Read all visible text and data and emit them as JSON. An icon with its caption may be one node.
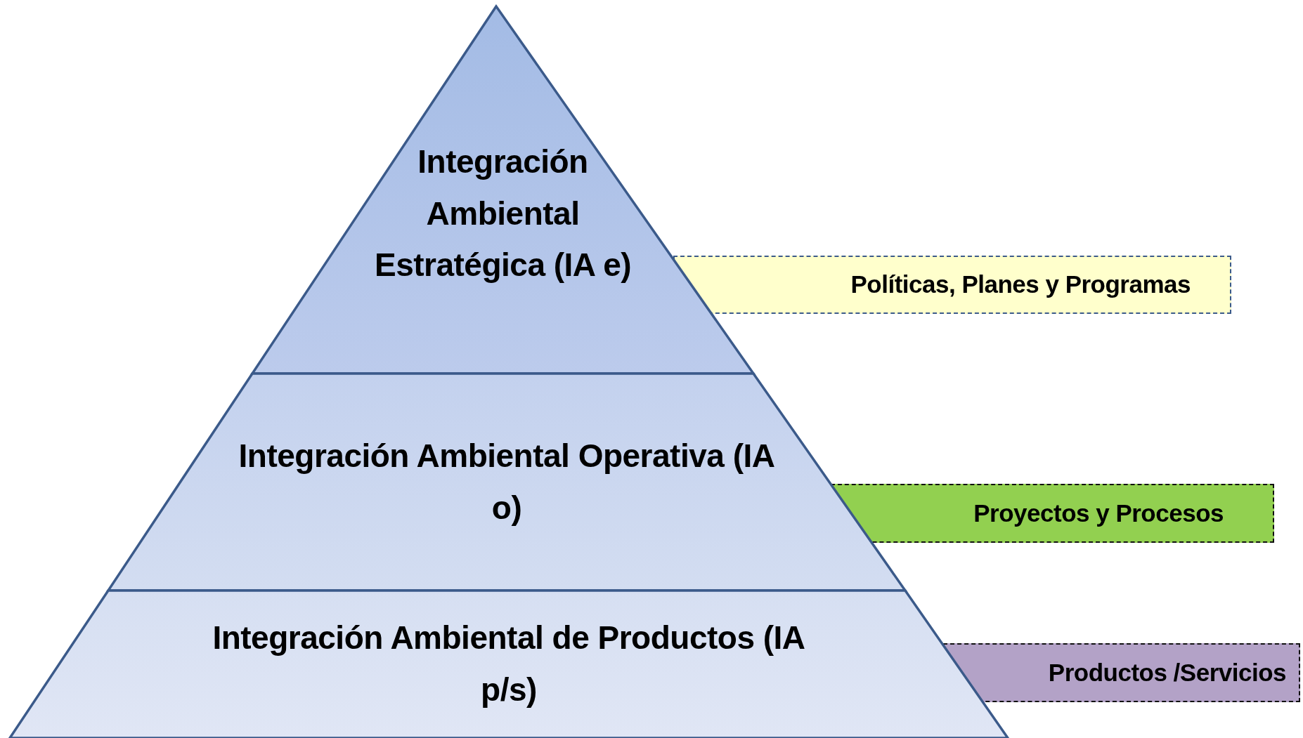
{
  "diagram": {
    "nodes": [
      {
        "text": [
          "Integración Ambiental Estratégica (IA e)"
        ]
      },
      {
        "text": [
          "Integración Ambiental Operativa (IA o)"
        ]
      },
      {
        "text": [
          "Integración Ambiental de Productos (IA p/s)"
        ]
      },
      {
        "text": [
          "Políticas, Planes y Programas"
        ]
      },
      {
        "text": [
          "Proyectos y Procesos"
        ]
      },
      {
        "text": [
          "Productos /Servicios"
        ]
      }
    ]
  }
}
